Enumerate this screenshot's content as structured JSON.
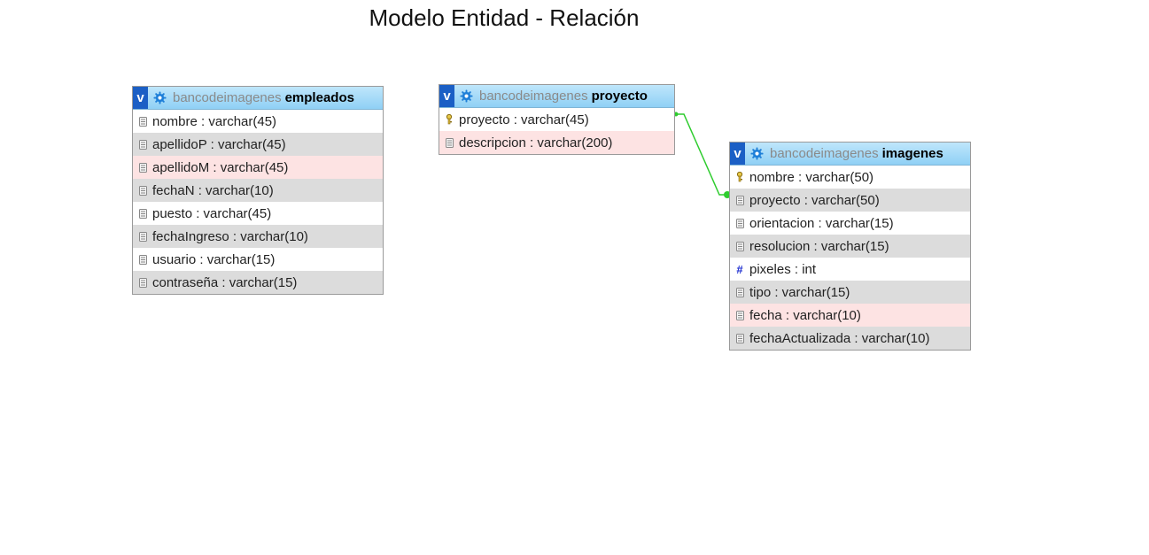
{
  "title": "Modelo Entidad - Relación",
  "toggle_label": "v",
  "tables": {
    "empleados": {
      "db": "bancodeimagenes",
      "name": "empleados",
      "columns": [
        {
          "text": "nombre : varchar(45)",
          "icon": "column-icon"
        },
        {
          "text": "apellidoP : varchar(45)",
          "icon": "column-icon"
        },
        {
          "text": "apellidoM : varchar(45)",
          "icon": "column-icon"
        },
        {
          "text": "fechaN : varchar(10)",
          "icon": "column-icon"
        },
        {
          "text": "puesto : varchar(45)",
          "icon": "column-icon"
        },
        {
          "text": "fechaIngreso : varchar(10)",
          "icon": "column-icon"
        },
        {
          "text": "usuario : varchar(15)",
          "icon": "column-icon"
        },
        {
          "text": "contraseña : varchar(15)",
          "icon": "column-icon"
        }
      ]
    },
    "proyecto": {
      "db": "bancodeimagenes",
      "name": "proyecto",
      "columns": [
        {
          "text": "proyecto : varchar(45)",
          "icon": "primary-key-icon"
        },
        {
          "text": "descripcion : varchar(200)",
          "icon": "column-icon"
        }
      ]
    },
    "imagenes": {
      "db": "bancodeimagenes",
      "name": "imagenes",
      "columns": [
        {
          "text": "nombre : varchar(50)",
          "icon": "primary-key-icon"
        },
        {
          "text": "proyecto : varchar(50)",
          "icon": "column-icon"
        },
        {
          "text": "orientacion : varchar(15)",
          "icon": "column-icon"
        },
        {
          "text": "resolucion : varchar(15)",
          "icon": "column-icon"
        },
        {
          "text": "pixeles : int",
          "icon": "numeric-column-icon"
        },
        {
          "text": "tipo : varchar(15)",
          "icon": "column-icon"
        },
        {
          "text": "fecha : varchar(10)",
          "icon": "column-icon"
        },
        {
          "text": "fechaActualizada : varchar(10)",
          "icon": "column-icon"
        }
      ]
    }
  },
  "relations": [
    {
      "from": "proyecto.proyecto",
      "to": "imagenes.proyecto",
      "color": "#2ecc2e"
    }
  ],
  "colors": {
    "header_gradient_top": "#bfe6fb",
    "header_gradient_bottom": "#8fd0f5",
    "toggle_bg": "#1b5fc5",
    "row_alt": "#dcdcdc",
    "row_highlight": "#fde3e3",
    "relation_line": "#2ecc2e"
  }
}
